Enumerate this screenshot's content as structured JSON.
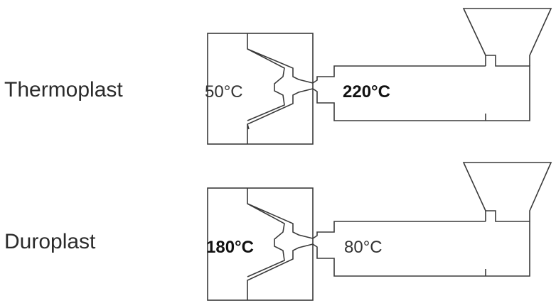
{
  "rows": [
    {
      "label": "Thermoplast",
      "mold_temp": "50°C",
      "barrel_temp": "220°C",
      "hot_zone": "barrel"
    },
    {
      "label": "Duroplast",
      "mold_temp": "180°C",
      "barrel_temp": "80°C",
      "hot_zone": "mold"
    }
  ],
  "colors": {
    "line": "#3a3a3a",
    "text": "#2b2b2b",
    "background": "#ffffff"
  }
}
